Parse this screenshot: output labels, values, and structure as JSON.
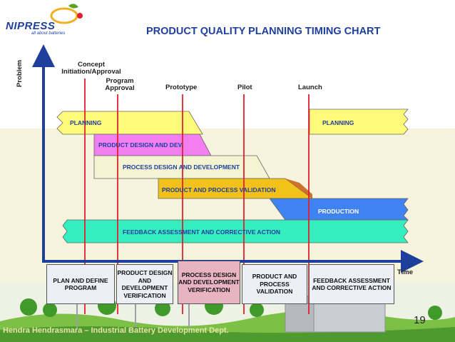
{
  "header": {
    "logo_text": "NIPRESS",
    "logo_tagline": "all about batteries",
    "title": "PRODUCT QUALITY PLANNING TIMING CHART"
  },
  "axes": {
    "y_label": "Problem",
    "x_label": "Time"
  },
  "milestones": [
    {
      "label": "Concept Initiation/Approval"
    },
    {
      "label": "Program Approval"
    },
    {
      "label": "Prototype"
    },
    {
      "label": "Pilot"
    },
    {
      "label": "Launch"
    }
  ],
  "bars": [
    {
      "label": "PLANNING",
      "color": "#fffa7a"
    },
    {
      "label": "PLANNING",
      "color": "#fffa7a"
    },
    {
      "label": "PRODUCT DESIGN AND DEV.",
      "color": "#f27ff2"
    },
    {
      "label": "PROCESS DESIGN AND DEVELOPMENT",
      "color": "#f4f4d2"
    },
    {
      "label": "PRODUCT AND PROCESS VALIDATION",
      "color": "#f2c11a"
    },
    {
      "label": "PRODUCTION",
      "color": "#3f82f2"
    },
    {
      "label": "FEEDBACK ASSESSMENT AND CORRECTIVE ACTION",
      "color": "#35eec0"
    }
  ],
  "phases": [
    {
      "label": "PLAN AND DEFINE PROGRAM"
    },
    {
      "label": "PRODUCT DESIGN AND DEVELOPMENT VERIFICATION"
    },
    {
      "label": "PROCESS DESIGN AND DEVELOPMENT VERIFICATION"
    },
    {
      "label": "PRODUCT AND PROCESS VALIDATION"
    },
    {
      "label": "FEEDBACK ASSESSMENT AND CORRECTIVE ACTION"
    }
  ],
  "page_number": "19",
  "footer": "Hendra Hendrasmara – Industrial Battery Development Dept.",
  "colors": {
    "title": "#1f3f9c",
    "milestone_line": "#e02030",
    "axis": "#1f3f9c",
    "highlight_phase": "#e8b4c4"
  }
}
